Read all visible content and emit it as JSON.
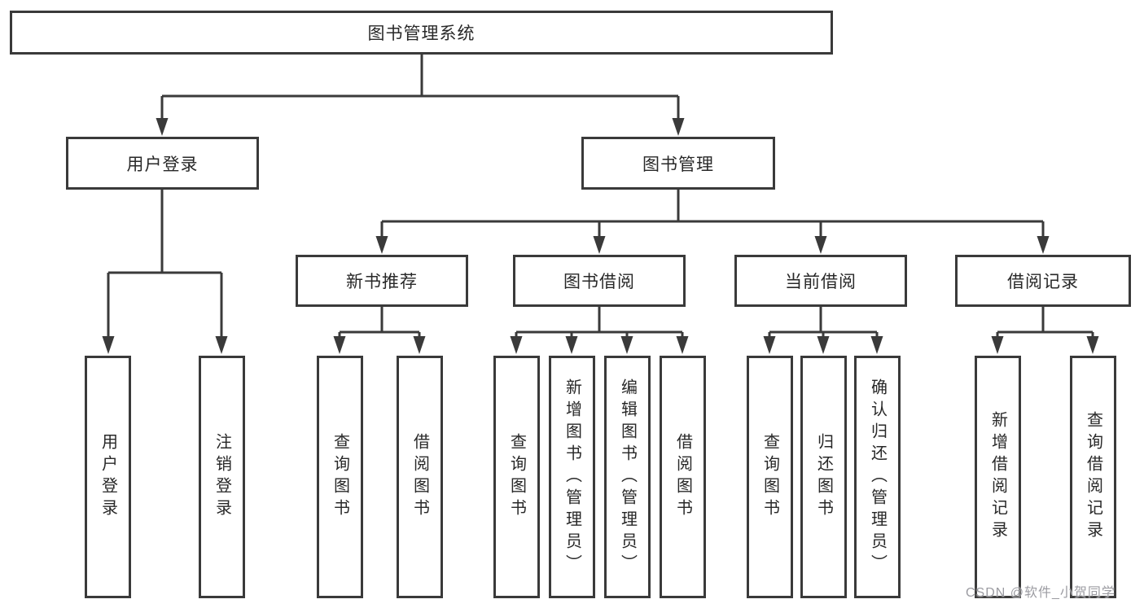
{
  "nodes": {
    "root": "图书管理系统",
    "level2": [
      "用户登录",
      "图书管理"
    ],
    "level3": [
      "新书推荐",
      "图书借阅",
      "当前借阅",
      "借阅记录"
    ],
    "leaves": [
      "用户登录",
      "注销登录",
      "查询图书",
      "借阅图书",
      "查询图书",
      "新增图书（管理员）",
      "编辑图书（管理员）",
      "借阅图书",
      "查询图书",
      "归还图书",
      "确认归还（管理员）",
      "新增借阅记录",
      "查询借阅记录"
    ]
  },
  "watermark": "CSDN @软件_小贺同学",
  "colors": {
    "line": "#3a3a3a",
    "text": "#282828",
    "watermark": "#9b9ba1",
    "background": "#ffffff"
  }
}
